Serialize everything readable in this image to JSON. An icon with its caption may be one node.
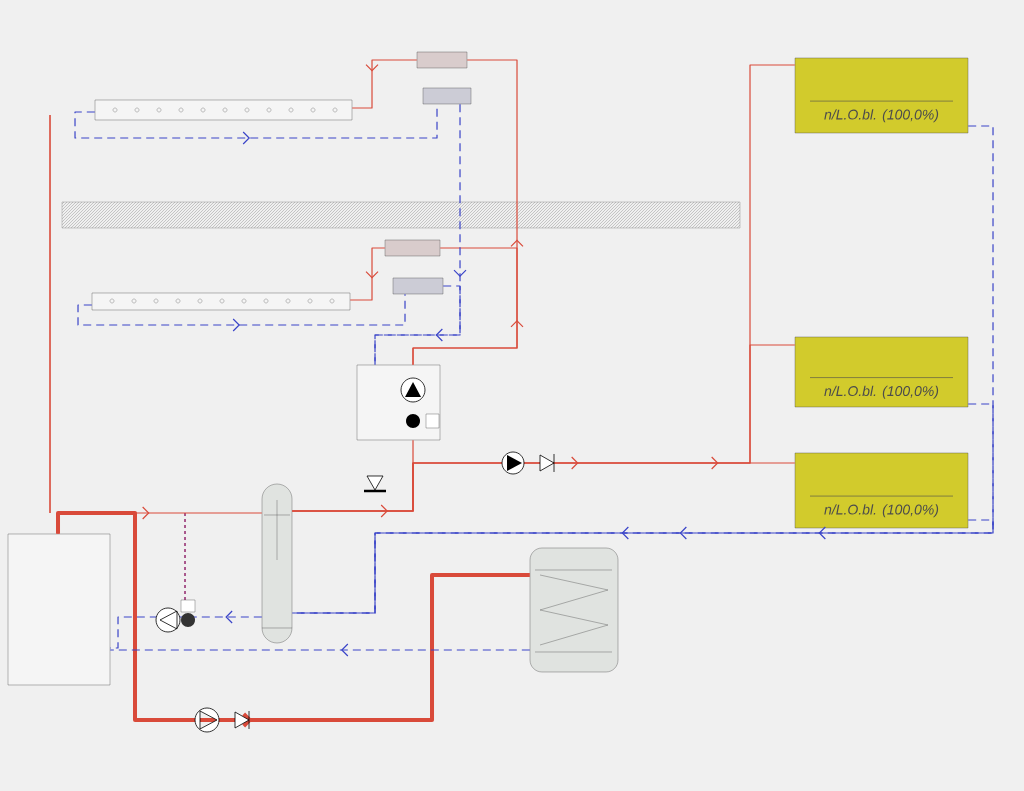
{
  "diagram": {
    "nodes": [
      {
        "text": [
          "n/L.O.bl. (100,0%)"
        ]
      },
      {
        "text": [
          "n/L.O.bl. (100,0%)"
        ]
      },
      {
        "text": [
          "n/L.O.bl. (100,0%)"
        ]
      },
      {
        "text": [],
        "shape": "box"
      },
      {
        "text": [],
        "shape": "cylinder"
      },
      {
        "text": [],
        "shape": "cylinder"
      },
      {
        "text": [],
        "shape": "box"
      },
      {
        "text": [],
        "shape": "bar"
      },
      {
        "text": [],
        "shape": "bar"
      },
      {
        "text": [],
        "shape": "box"
      },
      {
        "text": [],
        "shape": "box"
      },
      {
        "text": [],
        "shape": "box"
      },
      {
        "text": [],
        "shape": "box"
      }
    ],
    "edges": [
      {
        "from": 3,
        "to": 4,
        "arrow": "to"
      },
      {
        "from": 4,
        "to": 6,
        "arrow": "to"
      },
      {
        "from": 6,
        "to": 9,
        "arrow": "to"
      },
      {
        "from": 6,
        "to": 11,
        "arrow": "to"
      },
      {
        "from": 9,
        "to": 7,
        "arrow": "to"
      },
      {
        "from": 7,
        "to": 10,
        "arrow": "to",
        "style": "dashed",
        "color": "#3a44c8"
      },
      {
        "from": 10,
        "to": 6,
        "arrow": "to",
        "style": "dashed",
        "color": "#3a44c8"
      },
      {
        "from": 11,
        "to": 8,
        "arrow": "to"
      },
      {
        "from": 8,
        "to": 12,
        "arrow": "to",
        "style": "dashed",
        "color": "#3a44c8"
      },
      {
        "from": 12,
        "to": 6,
        "arrow": "to",
        "style": "dashed",
        "color": "#3a44c8"
      },
      {
        "from": 4,
        "to": 0,
        "arrow": "to"
      },
      {
        "from": 4,
        "to": 1,
        "arrow": "to"
      },
      {
        "from": 4,
        "to": 2,
        "arrow": "to"
      },
      {
        "from": 0,
        "to": 4,
        "arrow": "to",
        "style": "dashed",
        "color": "#3a44c8"
      },
      {
        "from": 1,
        "to": 4,
        "arrow": "to",
        "style": "dashed",
        "color": "#3a44c8"
      },
      {
        "from": 2,
        "to": 4,
        "arrow": "to",
        "style": "dashed",
        "color": "#3a44c8"
      },
      {
        "from": 4,
        "to": 3,
        "arrow": "to",
        "style": "dashed",
        "color": "#3a44c8"
      },
      {
        "from": 3,
        "to": 5,
        "arrow": "to",
        "style": "thick"
      },
      {
        "from": 5,
        "to": 3,
        "arrow": "to",
        "style": "dashed",
        "color": "#3a44c8"
      }
    ]
  }
}
